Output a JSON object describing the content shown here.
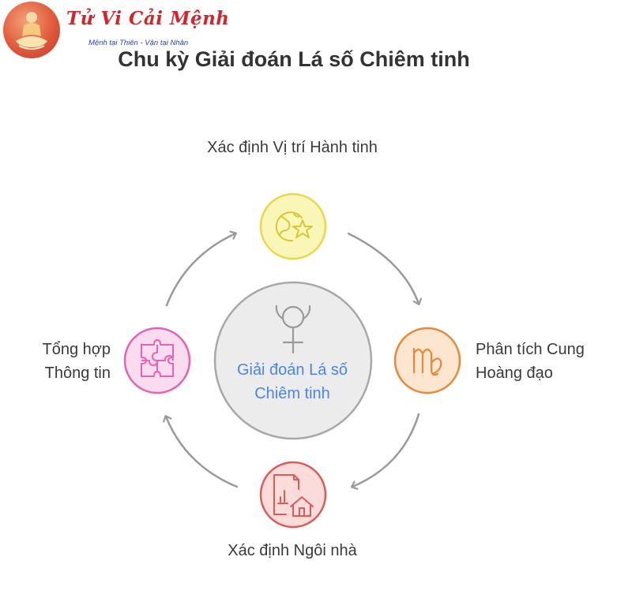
{
  "logo": {
    "title": "Tử Vi Cải Mệnh",
    "slogan": "Mệnh tại Thiên - Vận tại Nhân"
  },
  "title": "Chu kỳ Giải đoán Lá số Chiêm tinh",
  "center": {
    "label": "Giải đoán Lá số Chiêm tinh",
    "icon": "venus-symbol-icon"
  },
  "steps": [
    {
      "label": "Xác định Vị trí Hành tinh",
      "icon": "planet-star-icon",
      "color": "#e8d84a",
      "fill": "#faf6b8"
    },
    {
      "label": "Phân tích Cung Hoàng đạo",
      "icon": "virgo-symbol-icon",
      "color": "#e8893a",
      "fill": "#fde6cf"
    },
    {
      "label": "Xác định Ngôi nhà",
      "icon": "document-house-icon",
      "color": "#e05a55",
      "fill": "#fbdcdb"
    },
    {
      "label": "Tổng hợp Thông tin",
      "icon": "puzzle-icon",
      "color": "#e462b8",
      "fill": "#fbdcef"
    }
  ],
  "colors": {
    "arrow": "#9a9a9a",
    "center_fill": "#ececec",
    "center_stroke": "#a8a8a8",
    "center_text": "#4a86e8"
  }
}
